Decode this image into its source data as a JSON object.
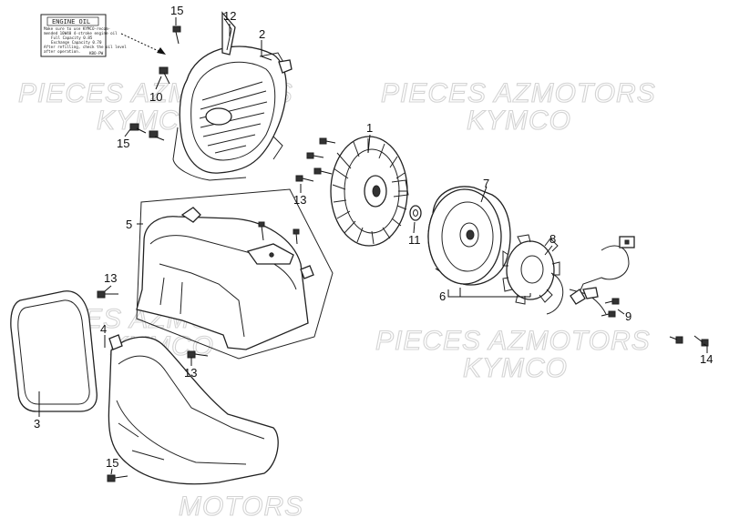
{
  "watermarks": [
    {
      "id": "pieces-top",
      "text": "PIECES AZMOTORS"
    },
    {
      "id": "kymco-top-left",
      "text": "KYMCO"
    },
    {
      "id": "pieces-top-right",
      "text": "PIECES AZMOTORS"
    },
    {
      "id": "kymco-top-right",
      "text": "KYMCO"
    },
    {
      "id": "pieces-mid-left",
      "text": "PIECES AZMOTORS"
    },
    {
      "id": "kymco-mid-left",
      "text": "KYMCO"
    },
    {
      "id": "pieces-mid-right",
      "text": "PIECES AZMOTORS"
    },
    {
      "id": "kymco-mid-right",
      "text": "KYMCO"
    },
    {
      "id": "motors-bottom",
      "text": "MOTORS"
    }
  ],
  "engine_oil_label": {
    "title": "ENGINE OIL",
    "lines": [
      "Make sure to use KYMCO-recom-",
      "mended 10W40 4-stroke engine oil",
      "Full Capacity          0.85",
      "Exchange Capacity    0.70",
      "After refilling, check the oil level",
      "after operation."
    ],
    "footnote": "KBO-PW"
  },
  "callouts": [
    "1",
    "2",
    "3",
    "4",
    "5",
    "6",
    "7",
    "8",
    "9",
    "10",
    "11",
    "12",
    "13",
    "13",
    "13",
    "14",
    "15",
    "15",
    "15"
  ],
  "colors": {
    "line": "#111111",
    "watermark": "#d4d4d4",
    "background": "#ffffff"
  }
}
